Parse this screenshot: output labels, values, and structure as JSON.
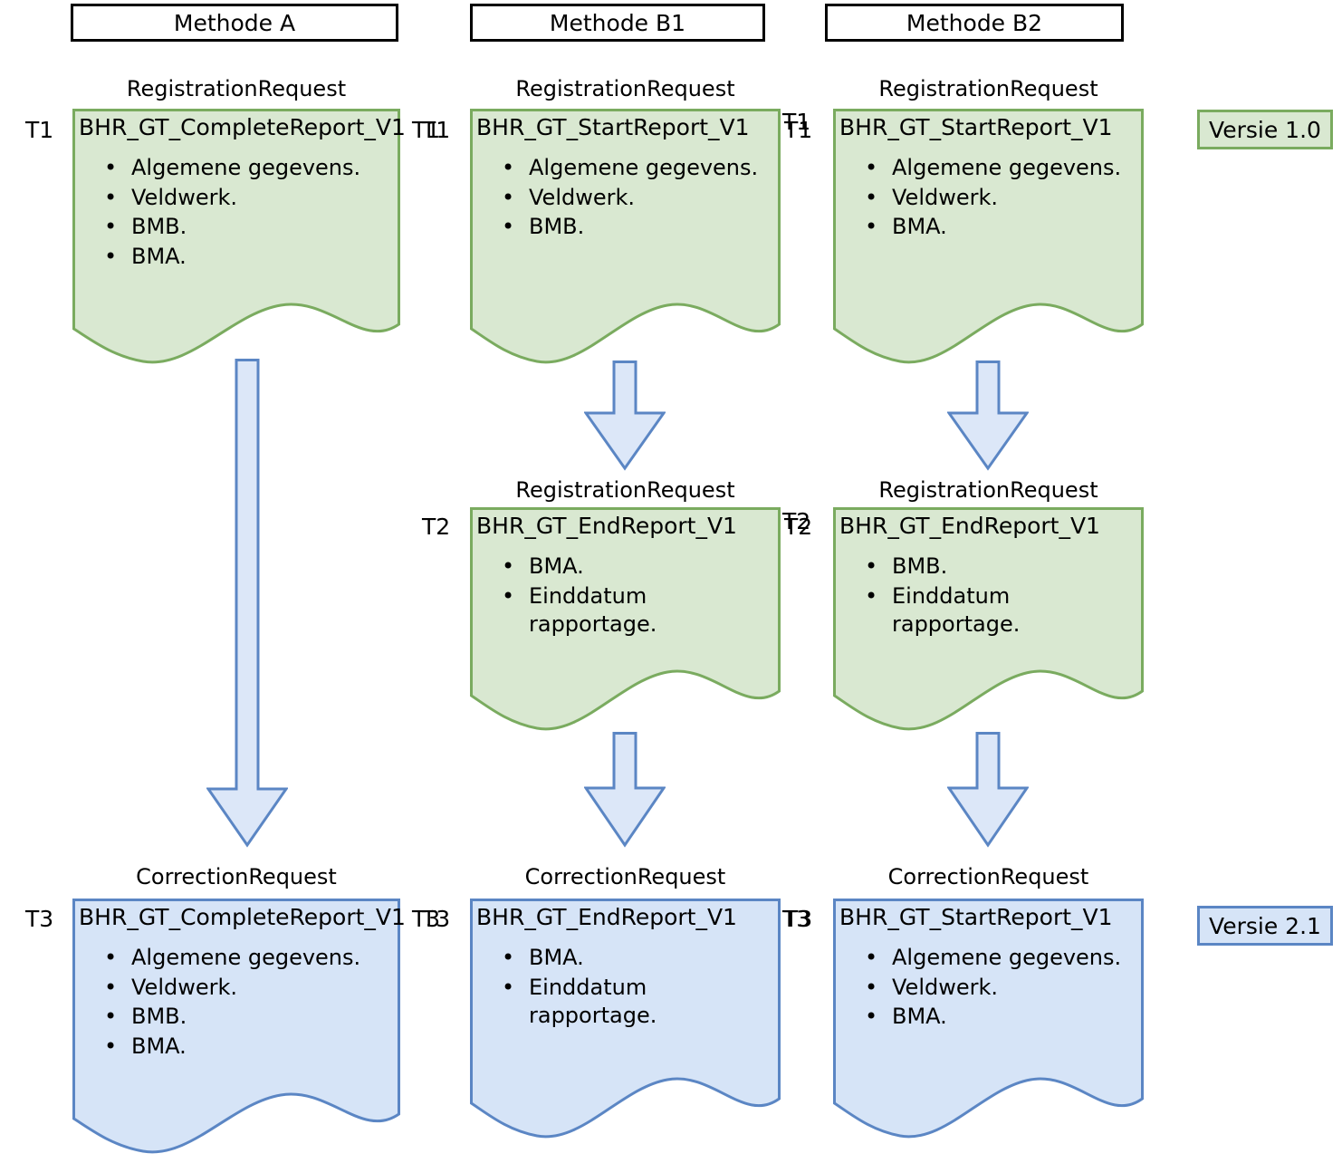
{
  "colors": {
    "green_fill": "#d9e8d1",
    "green_stroke": "#7aab5f",
    "blue_fill": "#d6e4f7",
    "blue_stroke": "#5b86c4",
    "arrow_fill": "#dce7f8",
    "arrow_stroke": "#5b86c4",
    "header_border": "#000000",
    "text": "#000000"
  },
  "columns": [
    {
      "id": "a",
      "header": "Methode A"
    },
    {
      "id": "b1",
      "header": "Methode B1"
    },
    {
      "id": "b2",
      "header": "Methode B2"
    }
  ],
  "legend": {
    "version_initial": "Versie 1.0",
    "version_corrected": "Versie 2.1"
  },
  "cards": {
    "a_t1": {
      "kind": "RegistrationRequest",
      "name": "BHR_GT_CompleteReport_V1",
      "time_left": "T1",
      "time_right": "T1",
      "items": [
        "Algemene gegevens.",
        "Veldwerk.",
        "BMB.",
        "BMA."
      ]
    },
    "b1_t1": {
      "kind": "RegistrationRequest",
      "name": "BHR_GT_StartReport_V1",
      "time_left": "T1",
      "time_right": "T1",
      "items": [
        "Algemene gegevens.",
        "Veldwerk.",
        "BMB."
      ]
    },
    "b2_t1": {
      "kind": "RegistrationRequest",
      "name": "BHR_GT_StartReport_V1",
      "time_left": "T1",
      "time_right": "",
      "items": [
        "Algemene gegevens.",
        "Veldwerk.",
        "BMA."
      ]
    },
    "b1_t2": {
      "kind": "RegistrationRequest",
      "name": "BHR_GT_EndReport_V1",
      "time_left": "T2",
      "time_right": "T2",
      "items": [
        "BMA.",
        "Einddatum rapportage."
      ]
    },
    "b2_t2": {
      "kind": "RegistrationRequest",
      "name": "BHR_GT_EndReport_V1",
      "time_left": "T2",
      "time_right": "",
      "items": [
        "BMB.",
        "Einddatum rapportage."
      ]
    },
    "a_t3": {
      "kind": "CorrectionRequest",
      "name": "BHR_GT_CompleteReport_V1",
      "time_left": "T3",
      "time_right": "T3",
      "items": [
        "Algemene gegevens.",
        "Veldwerk.",
        "BMB.",
        "BMA."
      ]
    },
    "b1_t3": {
      "kind": "CorrectionRequest",
      "name": "BHR_GT_EndReport_V1",
      "time_left": "T3",
      "time_right": "T3",
      "items": [
        "BMA.",
        "Einddatum rapportage."
      ]
    },
    "b2_t3": {
      "kind": "CorrectionRequest",
      "name": "BHR_GT_StartReport_V1",
      "time_left": "T3",
      "time_right": "",
      "items": [
        "Algemene gegevens.",
        "Veldwerk.",
        "BMA."
      ]
    }
  },
  "arrows": [
    {
      "id": "a-t1-to-t3",
      "from": "a_t1",
      "to": "a_t3",
      "length": "long"
    },
    {
      "id": "b1-t1-to-t2",
      "from": "b1_t1",
      "to": "b1_t2",
      "length": "short"
    },
    {
      "id": "b2-t1-to-t2",
      "from": "b2_t1",
      "to": "b2_t2",
      "length": "short"
    },
    {
      "id": "b1-t2-to-t3",
      "from": "b1_t2",
      "to": "b1_t3",
      "length": "short"
    },
    {
      "id": "b2-t2-to-t3",
      "from": "b2_t2",
      "to": "b2_t3",
      "length": "short"
    }
  ]
}
